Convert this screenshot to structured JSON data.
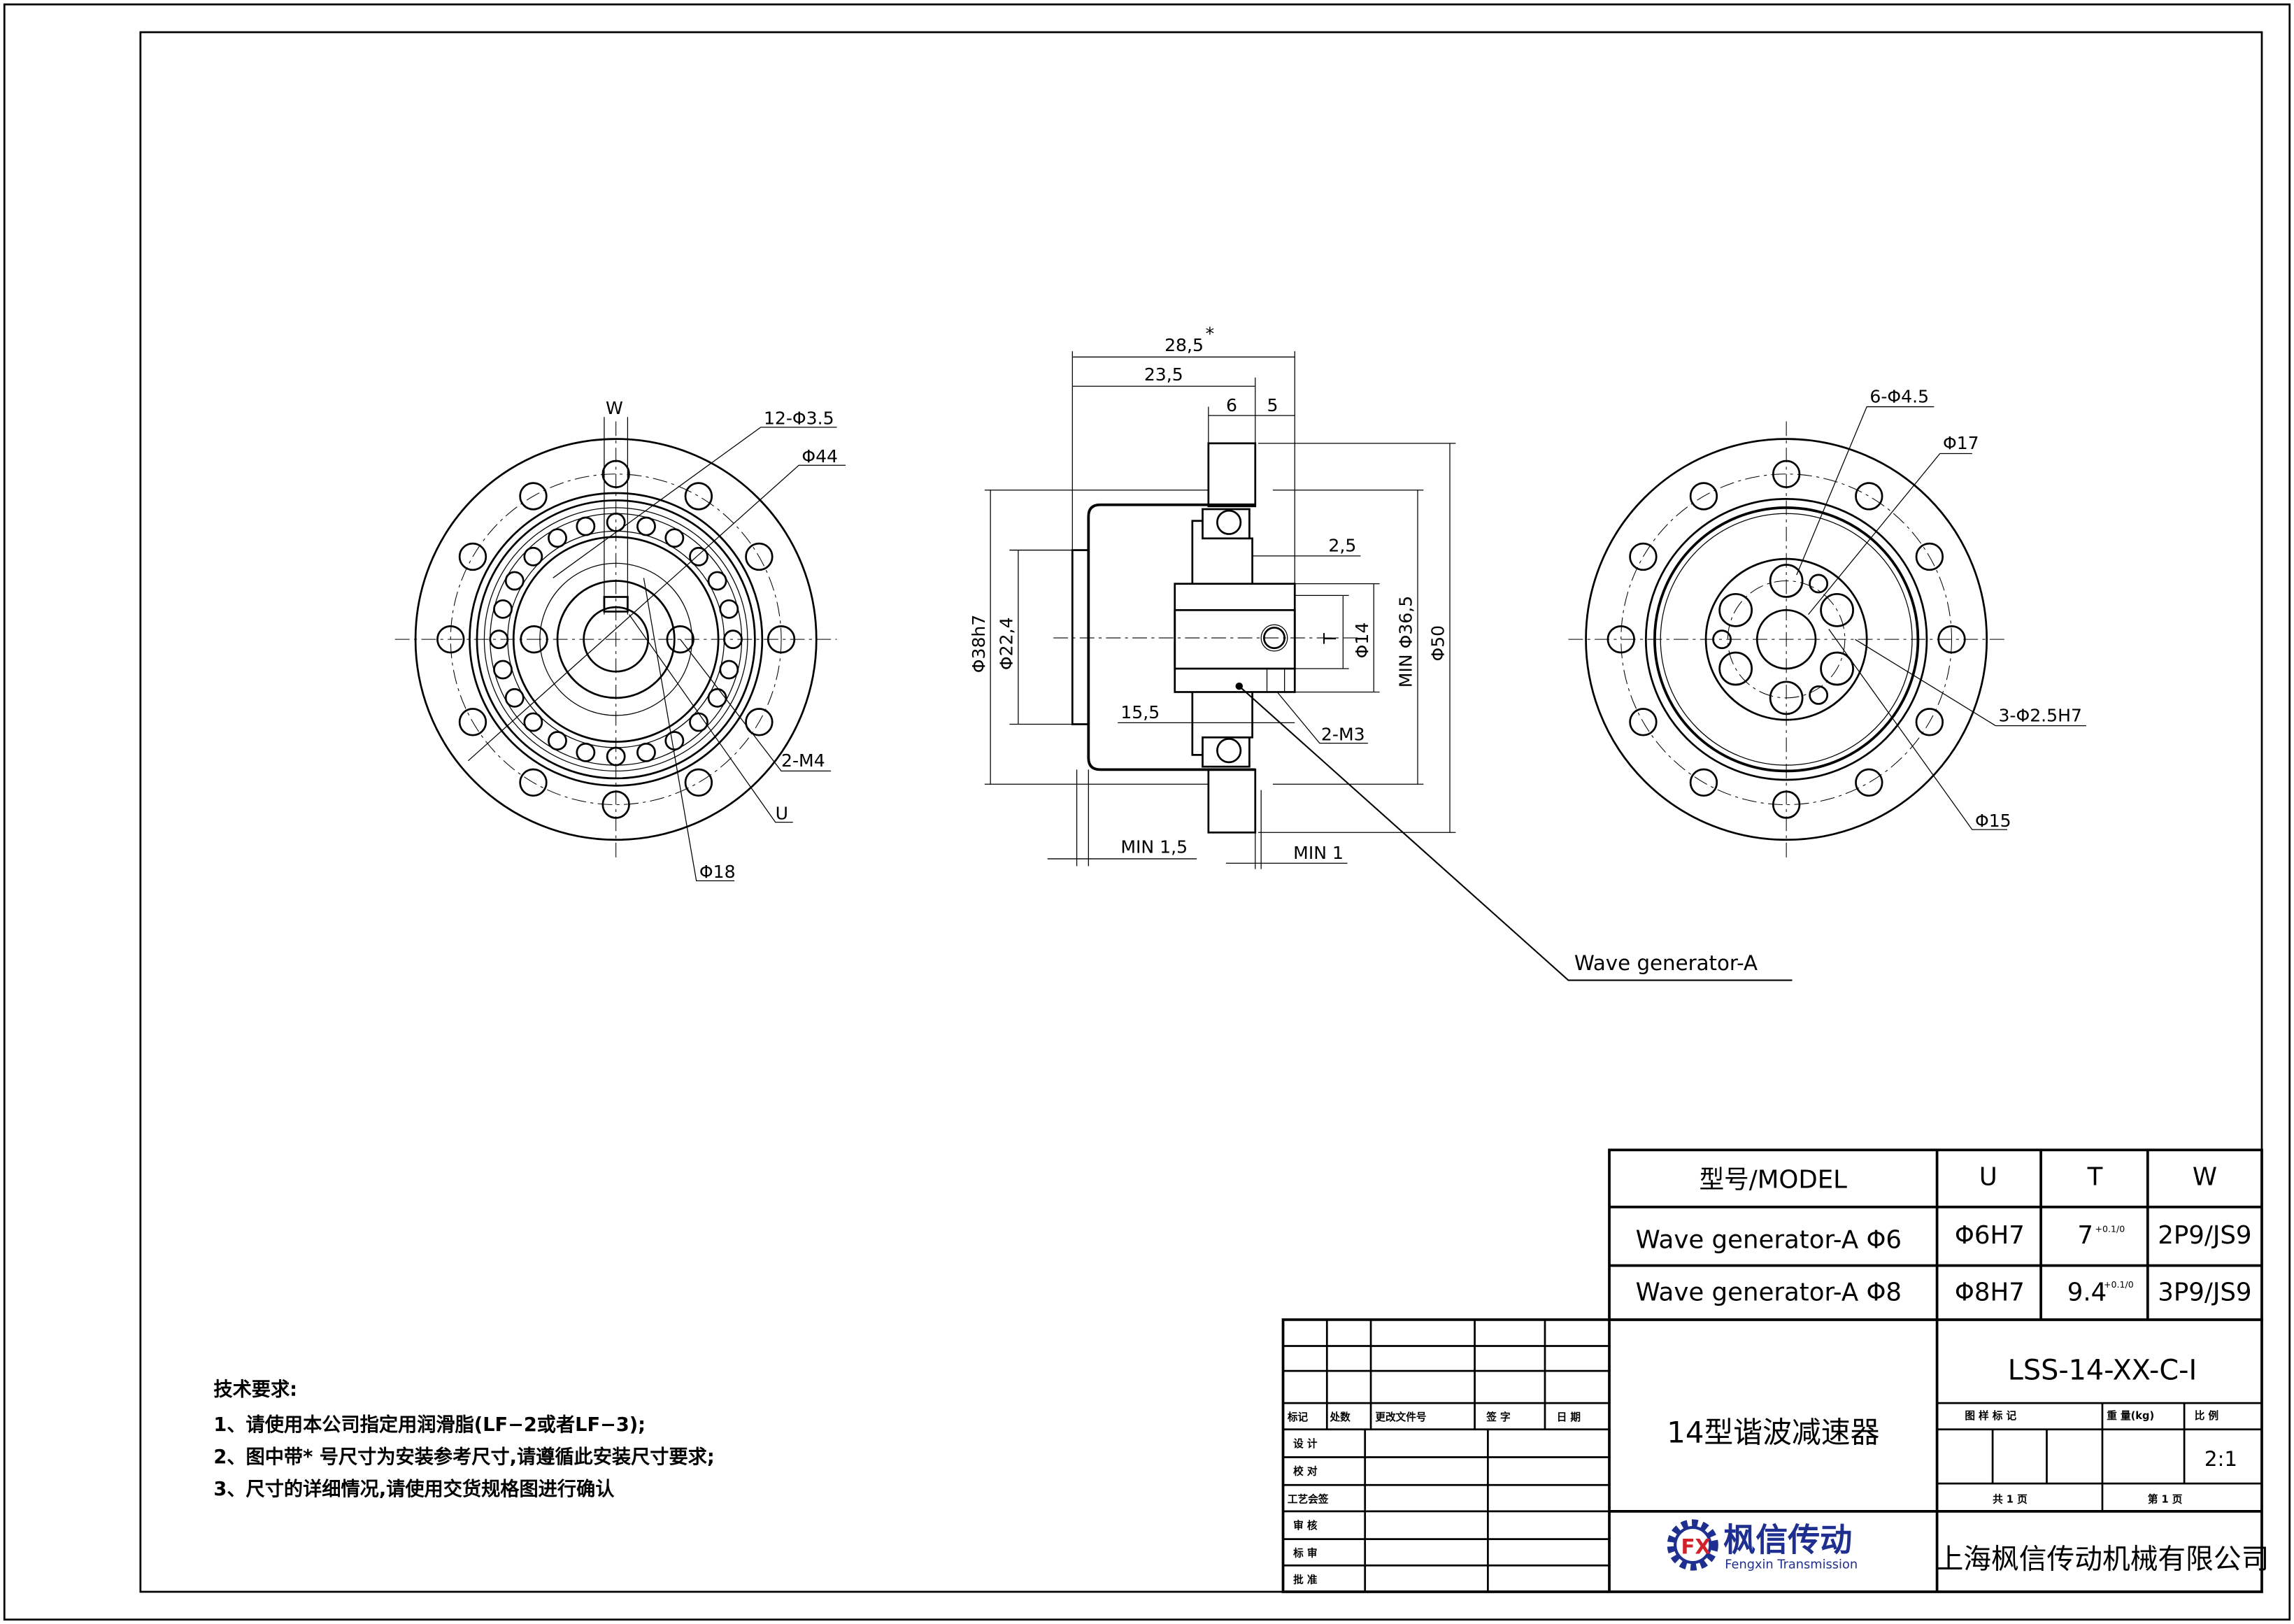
{
  "left_view": {
    "w": "W",
    "holes": "12-Φ3.5",
    "d44": "Φ44",
    "m4": "2-M4",
    "u": "U",
    "d18": "Φ18"
  },
  "section_view": {
    "d285": "28,5",
    "d235": "23,5",
    "d6": "6",
    "d5": "5",
    "d25": "2,5",
    "star": "*",
    "d38": "Φ38h7",
    "d224": "Φ22,4",
    "t": "T",
    "d14": "Φ14",
    "d365": "MIN Φ36,5",
    "d50": "Φ50",
    "d155": "15,5",
    "m3": "2-M3",
    "min15": "MIN 1,5",
    "min1": "MIN 1",
    "callout": "Wave generator-A"
  },
  "right_view": {
    "holes6": "6-Φ4.5",
    "d17": "Φ17",
    "holes3": "3-Φ2.5H7",
    "d15": "Φ15"
  },
  "notes": {
    "title": "技术要求:",
    "items": [
      "1、请使用本公司指定用润滑脂(LF−2或者LF−3);",
      "2、图中带* 号尺寸为安装参考尺寸,请遵循此安装尺寸要求;",
      "3、尺寸的详细情况,请使用交货规格图进行确认"
    ]
  },
  "model_table": {
    "headers": [
      "型号/MODEL",
      "U",
      "T",
      "W"
    ],
    "rows": [
      {
        "model": "Wave generator-A Φ6",
        "u": "Φ6H7",
        "t": "7",
        "t_tol": "+0.1/0",
        "w": "2P9/JS9"
      },
      {
        "model": "Wave generator-A Φ8",
        "u": "Φ8H7",
        "t": "9.4",
        "t_tol": "+0.1/0",
        "w": "3P9/JS9"
      }
    ]
  },
  "title_block": {
    "revision_headers": [
      "标记",
      "处数",
      "更改文件号",
      "签 字",
      "日 期"
    ],
    "roles": [
      "设 计",
      "校 对",
      "工艺会签",
      "审 核",
      "标 审",
      "批 准"
    ],
    "product_name": "14型谐波减速器",
    "drawing_number": "LSS-14-XX-C-I",
    "label_mark": "图 样 标 记",
    "label_weight": "重 量(kg)",
    "label_scale": "比 例",
    "scale": "2:1",
    "total_pages": "共 1 页",
    "page": "第 1 页",
    "logo_cn": "枫信传动",
    "logo_en": "Fengxin Transmission",
    "logo_letters": "FX",
    "company": "上海枫信传动机械有限公司"
  },
  "colors": {
    "logo_blue": "#1f2f8f",
    "logo_red": "#d2232a"
  }
}
